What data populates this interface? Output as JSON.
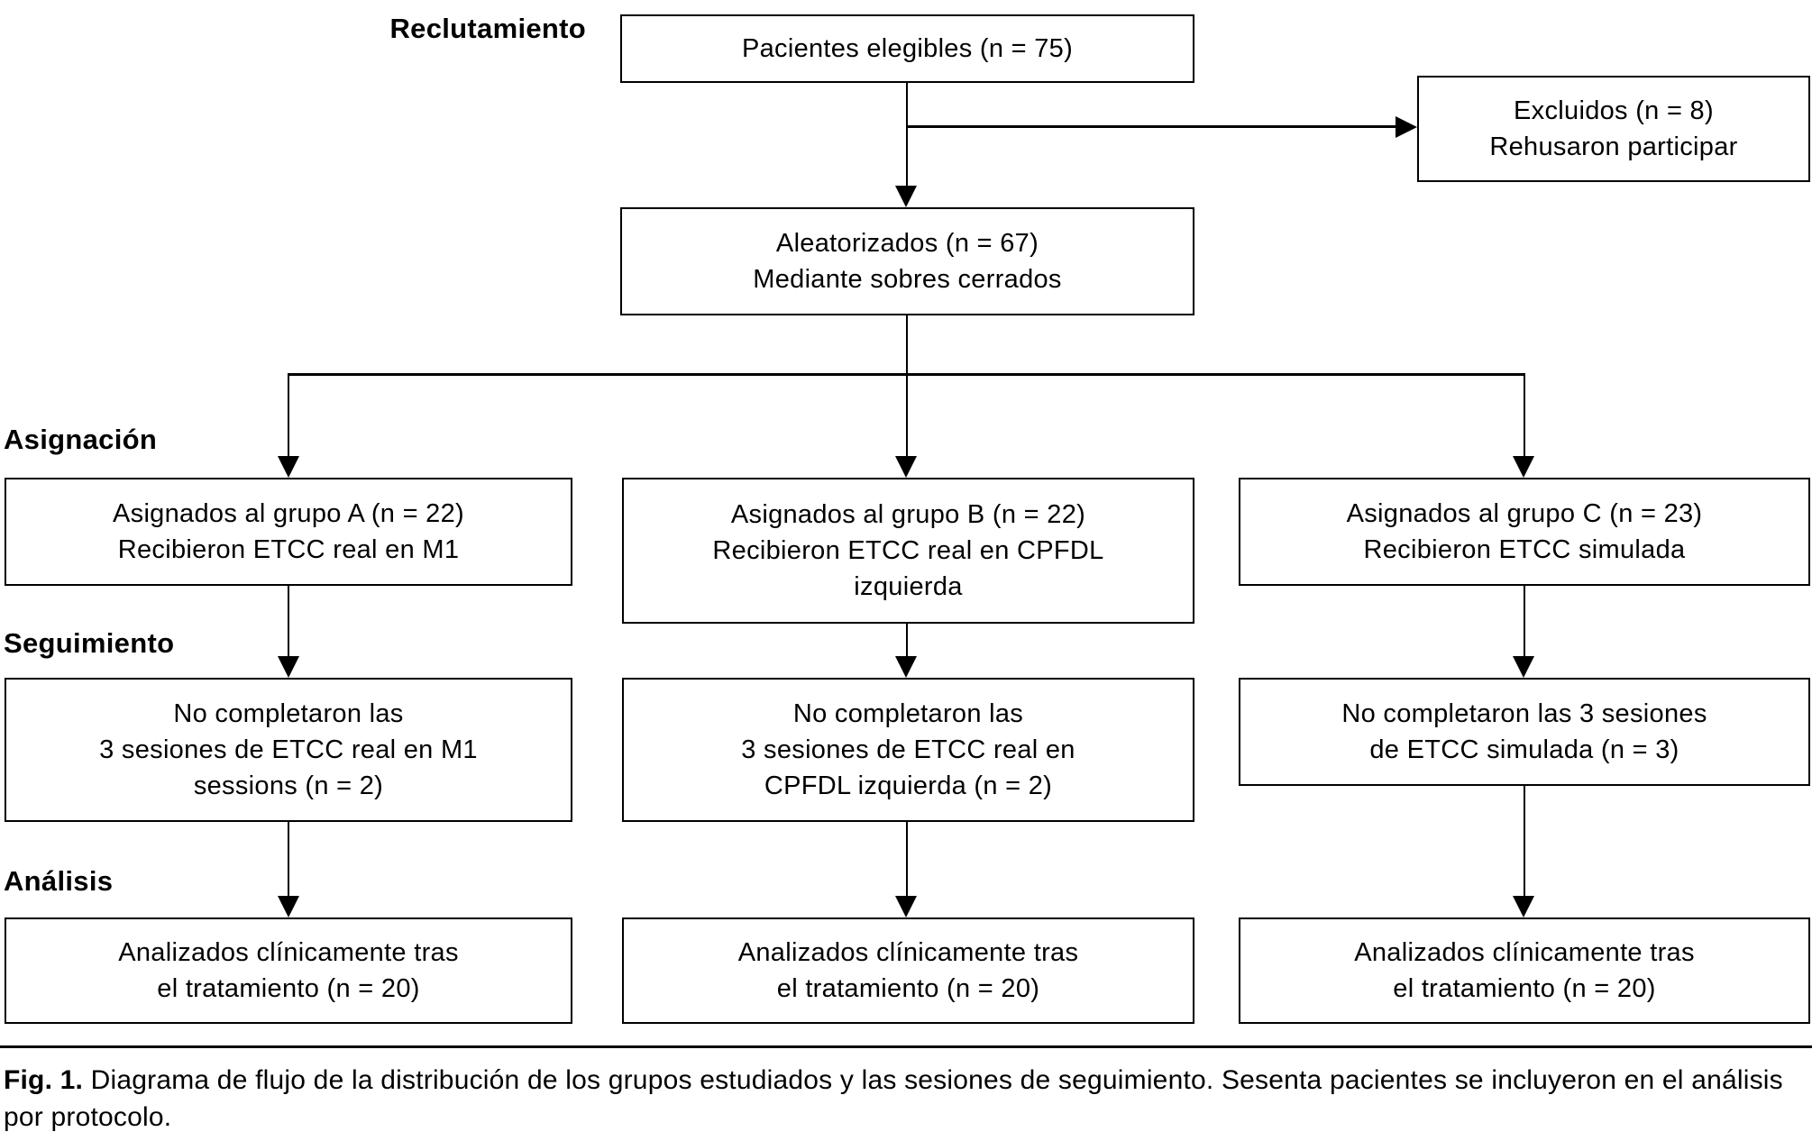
{
  "stages": {
    "recruitment": "Reclutamiento",
    "allocation": "Asignación",
    "followup": "Seguimiento",
    "analysis": "Análisis"
  },
  "flow": {
    "eligible": "Pacientes elegibles (n = 75)",
    "excluded": "Excluidos (n = 8)\nRehusaron participar",
    "randomized": "Aleatorizados (n = 67)\nMediante sobres cerrados",
    "groups": [
      {
        "id": "A",
        "assigned": "Asignados al grupo A (n = 22)\nRecibieron ETCC real en M1",
        "followup": "No completaron las\n3 sesiones de ETCC real en M1\nsessions (n = 2)",
        "analyzed": "Analizados clínicamente tras\nel tratamiento (n = 20)"
      },
      {
        "id": "B",
        "assigned": "Asignados al grupo B (n = 22)\nRecibieron ETCC real en CPFDL\nizquierda",
        "followup": "No completaron las\n3 sesiones de ETCC real en\nCPFDL izquierda (n = 2)",
        "analyzed": "Analizados clínicamente tras\nel tratamiento (n = 20)"
      },
      {
        "id": "C",
        "assigned": "Asignados al grupo C (n = 23)\nRecibieron ETCC simulada",
        "followup": "No completaron las 3 sesiones\nde ETCC simulada (n = 3)",
        "analyzed": "Analizados clínicamente tras\nel tratamiento (n = 20)"
      }
    ]
  },
  "caption": {
    "label": "Fig. 1.",
    "text": "Diagrama de flujo de la distribución de los grupos estudiados y las sesiones de seguimiento. Sesenta pacientes se incluyeron en el análisis por protocolo."
  },
  "colors": {
    "line": "#000000",
    "text": "#000000",
    "background": "#ffffff"
  }
}
